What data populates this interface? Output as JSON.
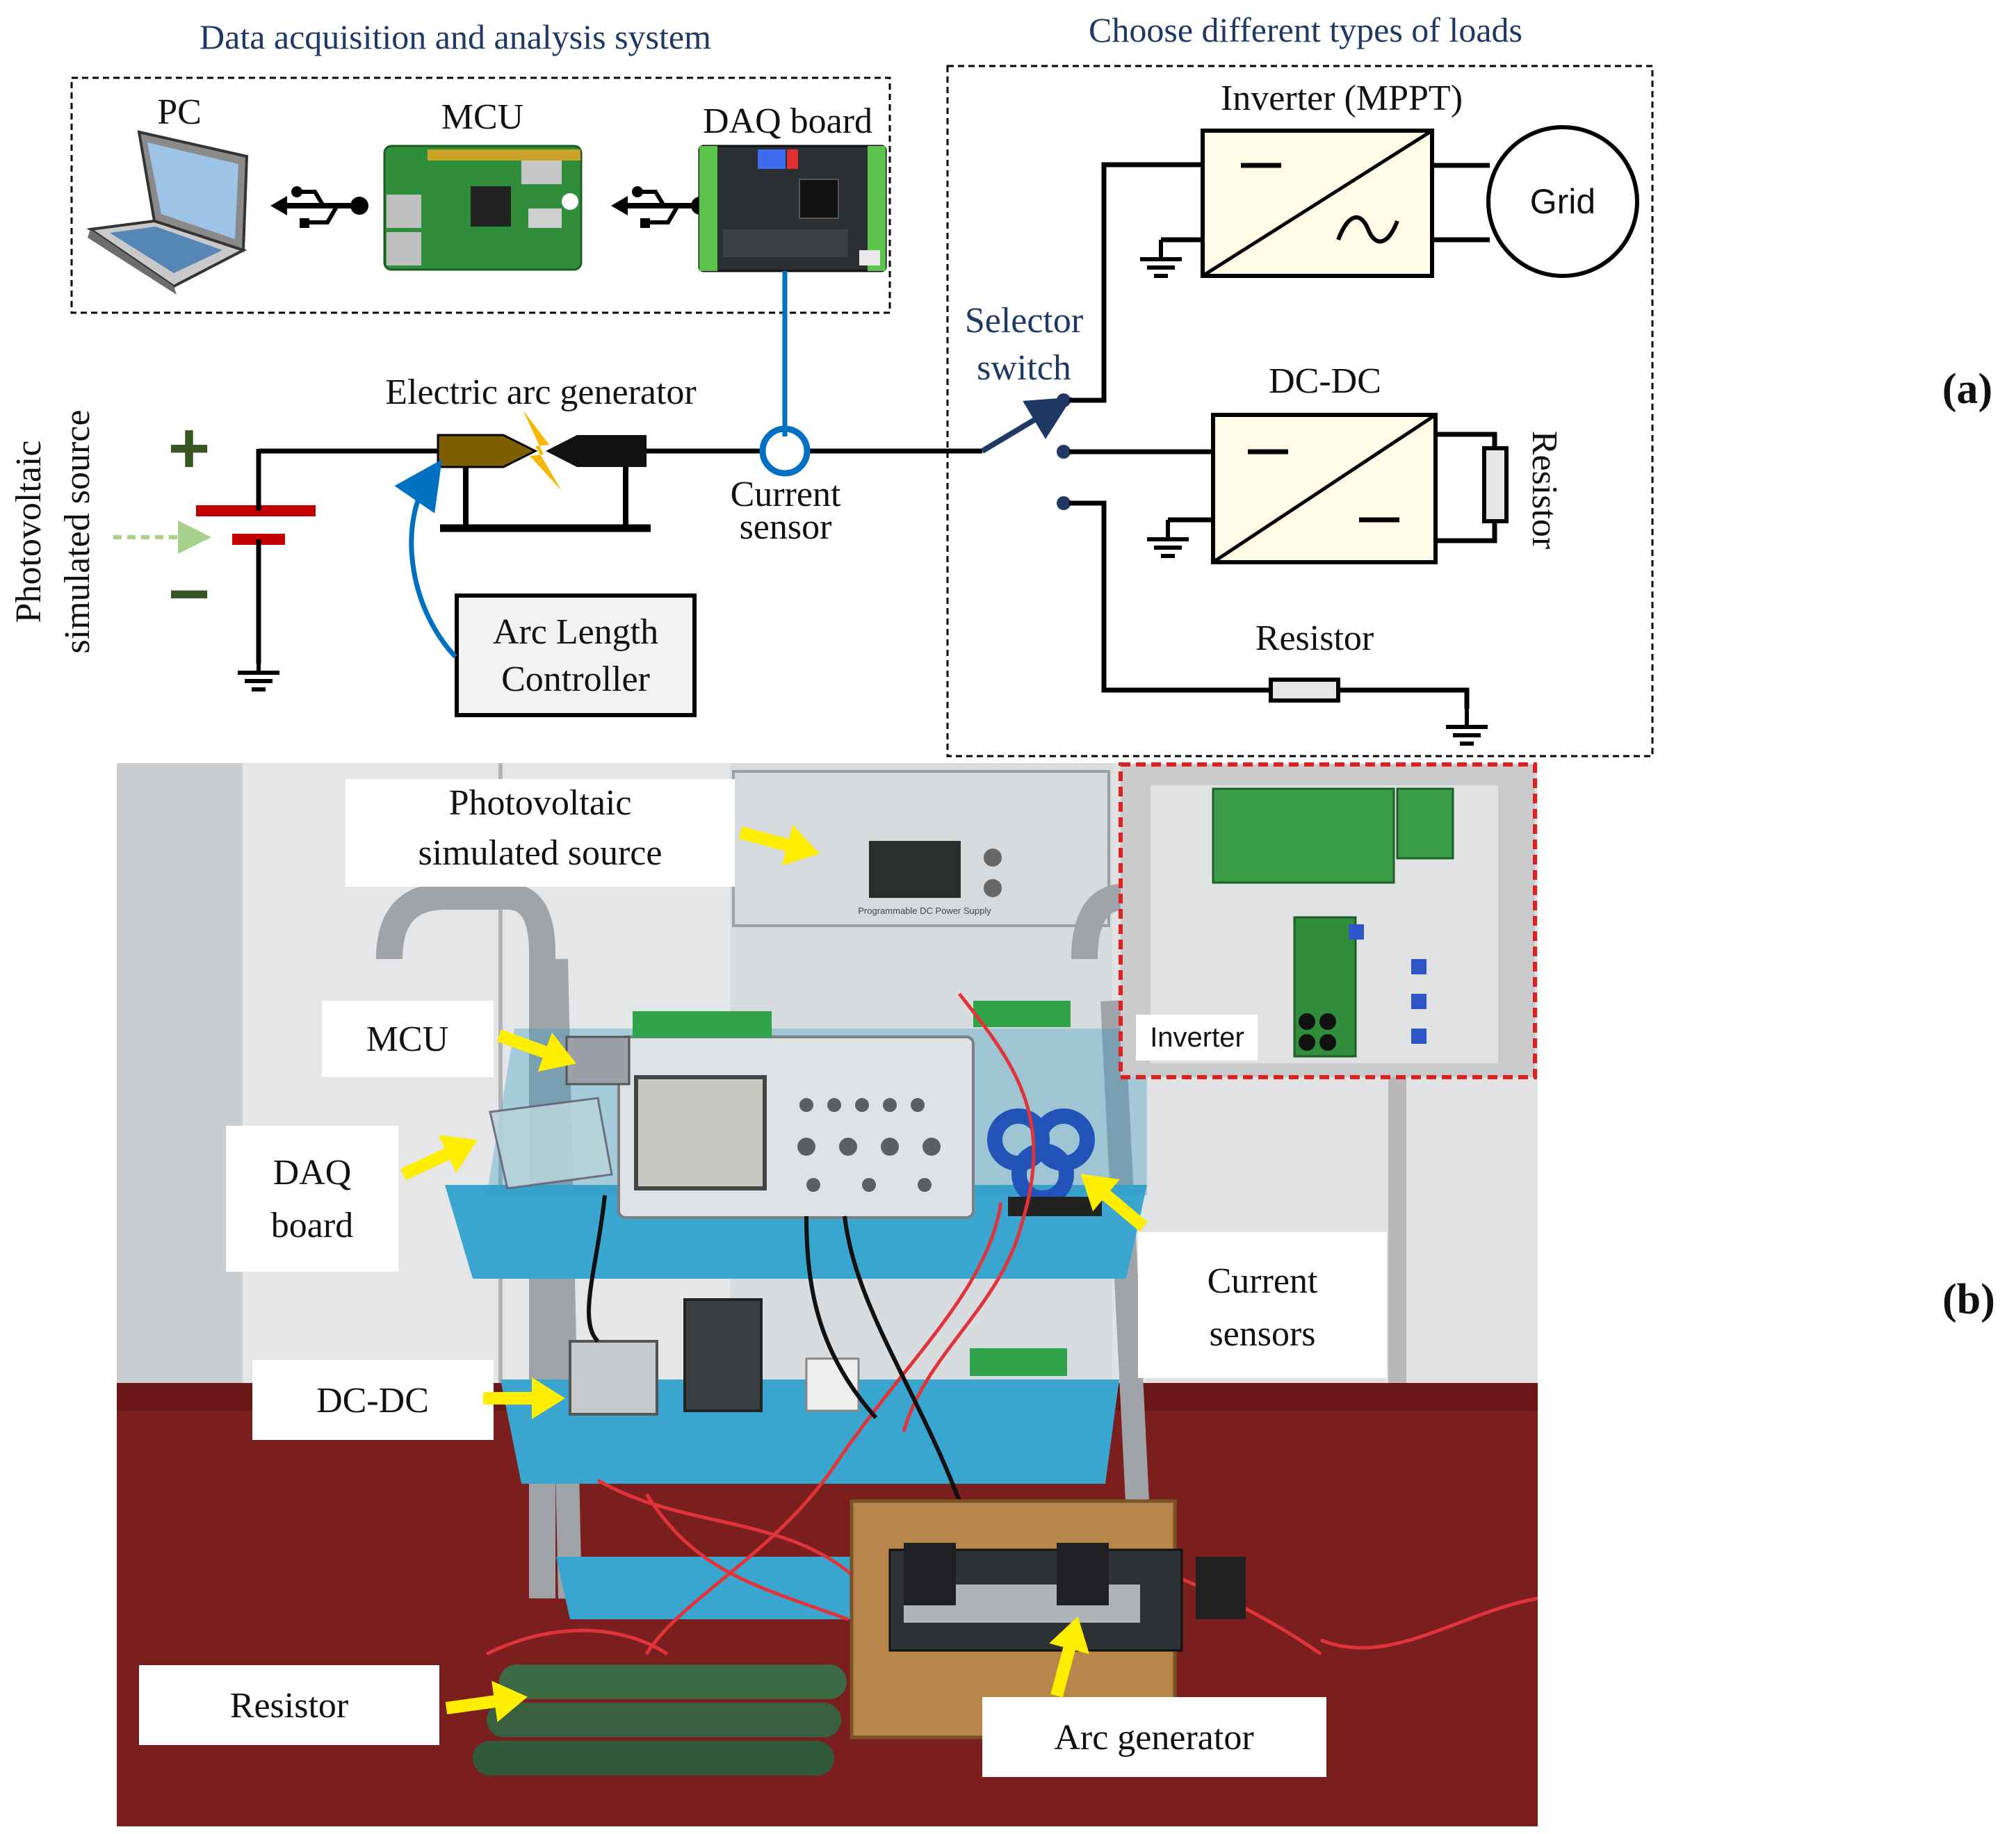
{
  "panel_a": {
    "daq_section_title": "Data acquisition and analysis system",
    "loads_section_title": "Choose different types of loads",
    "pc_label": "PC",
    "mcu_label": "MCU",
    "daq_board_label": "DAQ board",
    "pv_source_line1": "Photovoltaic",
    "pv_source_line2": "simulated source",
    "plus_sign": "+",
    "minus_sign": "−",
    "arc_generator_label": "Electric arc generator",
    "arc_controller_line1": "Arc Length",
    "arc_controller_line2": "Controller",
    "current_sensor_line1": "Current",
    "current_sensor_line2": "sensor",
    "selector_line1": "Selector",
    "selector_line2": "switch",
    "inverter_label": "Inverter (MPPT)",
    "grid_label": "Grid",
    "dcdc_label": "DC-DC",
    "resistor_vertical_label": "Resistor",
    "resistor_label": "Resistor",
    "panel_label": "(a)"
  },
  "panel_b": {
    "pv_source_line1": "Photovoltaic",
    "pv_source_line2": "simulated source",
    "mcu_label": "MCU",
    "daq_line1": "DAQ",
    "daq_line2": "board",
    "dcdc_label": "DC-DC",
    "current_sensors_line1": "Current",
    "current_sensors_line2": "sensors",
    "resistor_label": "Resistor",
    "arc_generator_label": "Arc generator",
    "inverter_label": "Inverter",
    "device_caption": "Programmable DC Power Supply",
    "panel_label": "(b)"
  },
  "colors": {
    "dark_blue_text": "#1f3864",
    "wire": "#000000",
    "sensor_blue": "#0070c0",
    "arc_yellow": "#f5b800",
    "battery_red": "#c00000",
    "sign_green": "#375623",
    "converter_fill": "#fefbe6",
    "pcb_green": "#2e8b3a",
    "shelf_blue": "#3aa6d0",
    "floor_red": "#7a1e1e",
    "arrow_yellow": "#ffee00",
    "inset_border": "#e02020"
  },
  "icons": [
    "laptop-icon",
    "usb-icon",
    "ground-icon",
    "battery-icon",
    "arc-spark-icon",
    "arrow-icon"
  ]
}
